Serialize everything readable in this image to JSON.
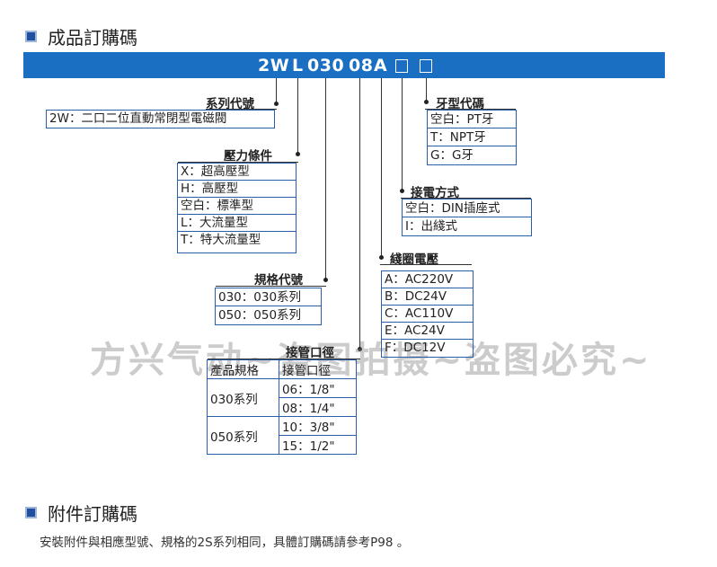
{
  "section1_title": "成品訂購碼",
  "code": {
    "a": "2W",
    "b": "L",
    "c": "030",
    "d": "08",
    "e": "A"
  },
  "series": {
    "header": "系列代號",
    "rows": [
      "2W：二口二位直動常閉型電磁閥"
    ]
  },
  "pressure": {
    "header": "壓力條件",
    "rows": [
      "X：超高壓型",
      "H：高壓型",
      "空白：標準型",
      "L：大流量型",
      "T：特大流量型"
    ]
  },
  "spec": {
    "header": "規格代號",
    "rows": [
      "030：030系列",
      "050：050系列"
    ]
  },
  "port": {
    "header": "接管口徑",
    "col1": "產品規格",
    "col2": "接管口徑",
    "groups": [
      {
        "name": "030系列",
        "items": [
          "06：1/8\"",
          "08：1/4\""
        ]
      },
      {
        "name": "050系列",
        "items": [
          "10：3/8\"",
          "15：1/2\""
        ]
      }
    ]
  },
  "thread": {
    "header": "牙型代碼",
    "rows": [
      "空白：PT牙",
      "T：NPT牙",
      "G：G牙"
    ]
  },
  "wiring": {
    "header": "接電方式",
    "rows": [
      "空白：DIN插座式",
      "I：出綫式"
    ]
  },
  "voltage": {
    "header": "綫圈電壓",
    "rows": [
      "A：AC220V",
      "B：DC24V",
      "C：AC110V",
      "E：AC24V",
      "F：DC12V"
    ]
  },
  "watermark": "方兴气动~盗图拍摄~盗图必究~",
  "section2_title": "附件訂購碼",
  "note": "安裝附件與相應型號、規格的2S系列相同，具體訂購碼請參考P98 。",
  "colors": {
    "bar": "#1a6fc2",
    "box_border": "#2a5ea8",
    "bullet": "#1f4f9e"
  }
}
